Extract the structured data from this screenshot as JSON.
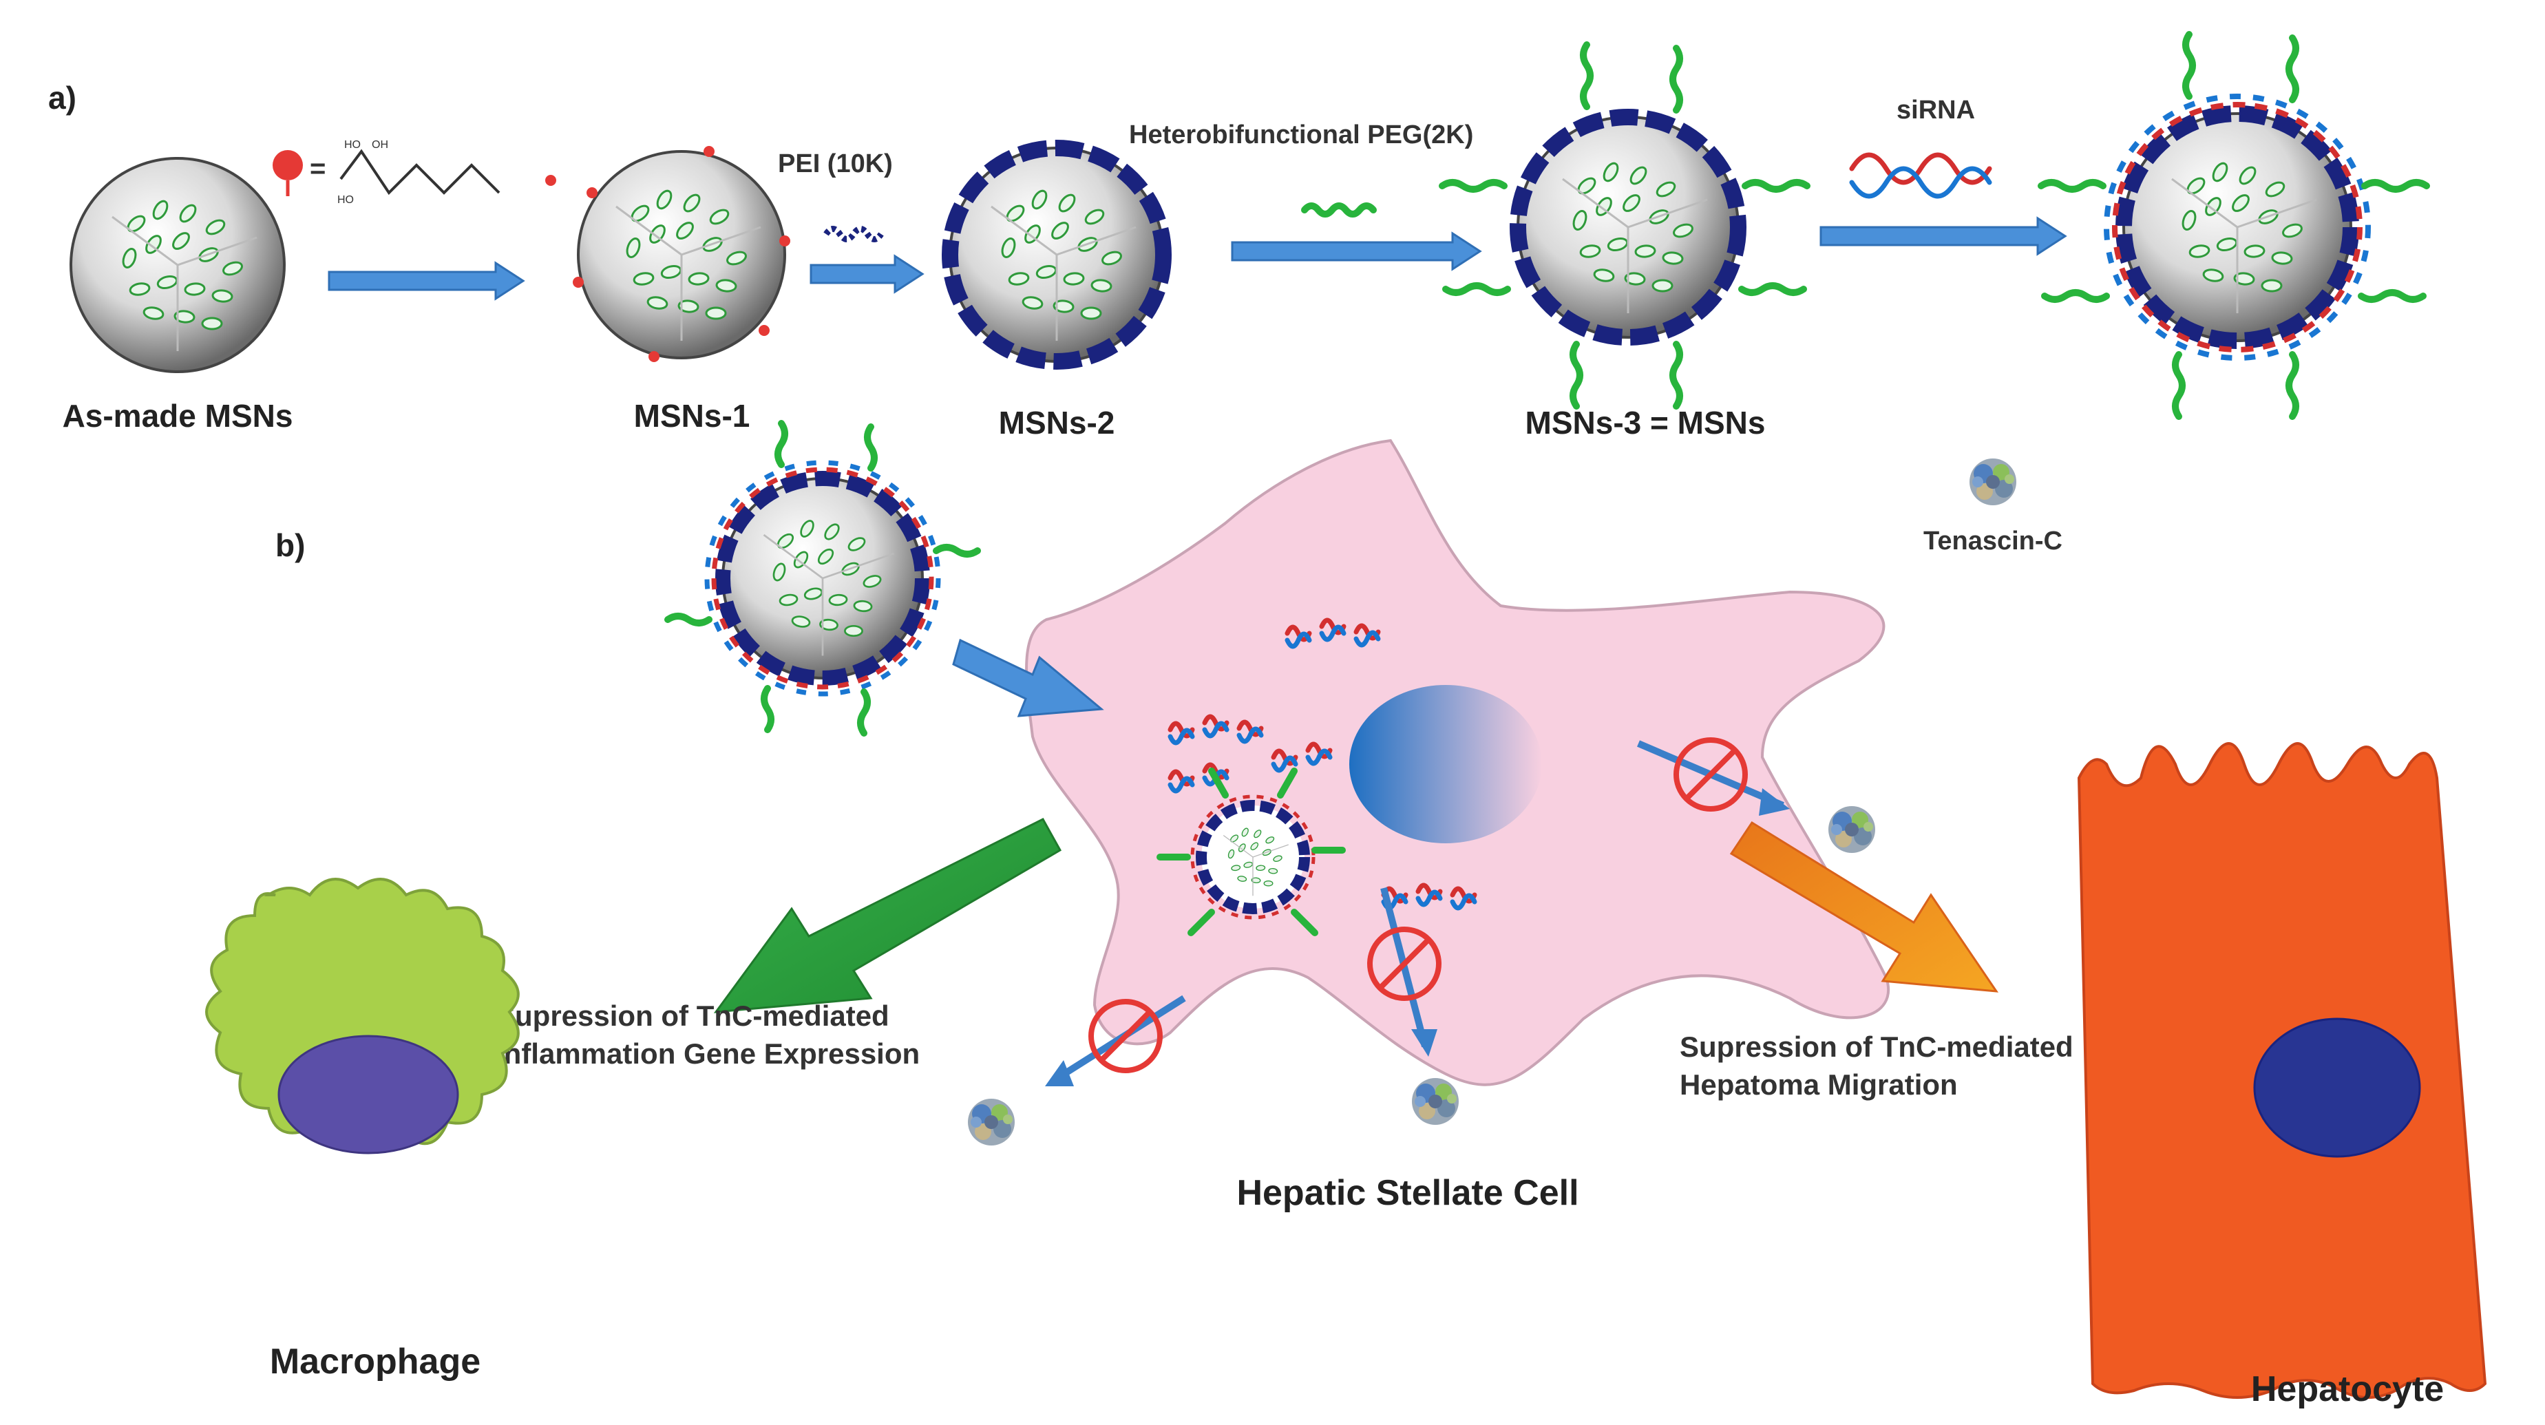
{
  "panels": {
    "a": "a)",
    "b": "b)"
  },
  "synthesis": {
    "nodes": [
      {
        "id": "as-made",
        "label": "As-made MSNs"
      },
      {
        "id": "msns1",
        "label": "MSNs-1"
      },
      {
        "id": "msns2",
        "label": "MSNs-2"
      },
      {
        "id": "msns3",
        "label": "MSNs-3 = MSNs"
      },
      {
        "id": "final",
        "label": ""
      }
    ],
    "reagents": {
      "linker_eq": "=",
      "pei": "PEI (10K)",
      "peg": "Heterobifunctional PEG(2K)",
      "sirna": "siRNA"
    }
  },
  "mechanism": {
    "tenascin_label": "Tenascin-C",
    "hsc_label": "Hepatic Stellate Cell",
    "macrophage_label": "Macrophage",
    "hepatocyte_label": "Hepatocyte",
    "macrophage_effect_line1": "Supression of TnC-mediated",
    "macrophage_effect_line2": "Inflammation Gene Expression",
    "hepatocyte_effect_line1": "Supression of TnC-mediated",
    "hepatocyte_effect_line2": "Hepatoma Migration"
  },
  "colors": {
    "hsc_fill": "#f8d0e0",
    "macrophage_fill": "#a8d04a",
    "macrophage_nucleus": "#5b4fa8",
    "hepatocyte_fill": "#f05a22",
    "hepatocyte_nucleus": "#283593",
    "green_arrow": "#2e9a3a",
    "orange_arrow": "#f08a1c",
    "blue_arrow": "#4a90d9"
  }
}
